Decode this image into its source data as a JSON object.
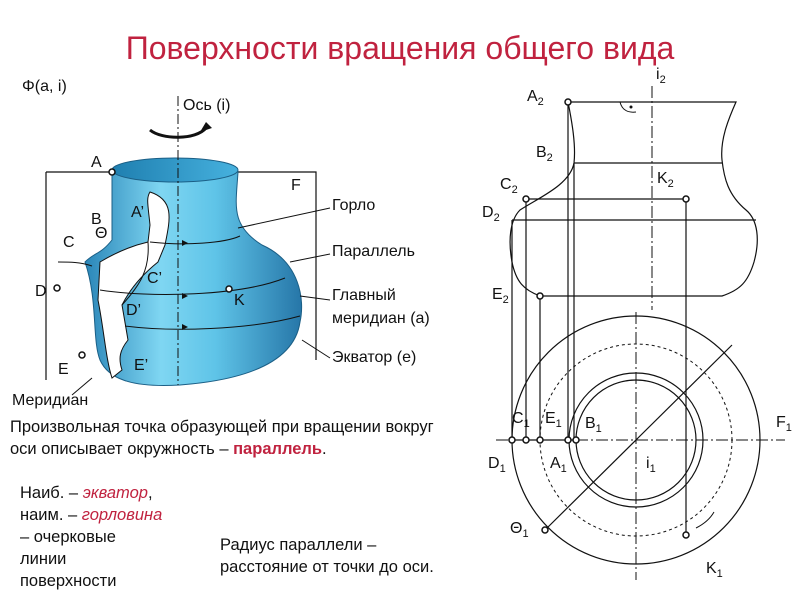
{
  "title": "Поверхности вращения общего вида",
  "left_figure": {
    "surface_label": "Φ(a, i)",
    "axis_label": "Ось (i)",
    "points": {
      "A": "A",
      "B": "B",
      "C": "C",
      "D": "D",
      "E": "E",
      "F": "F",
      "K": "K",
      "A_prime": "A’",
      "C_prime": "C’",
      "D_prime": "D’",
      "E_prime": "E’",
      "theta": "Θ"
    },
    "callouts": {
      "throat": "Горло",
      "parallel": "Параллель",
      "main_meridian_1": "Главный",
      "main_meridian_2": "меридиан  (a)",
      "equator": "Экватор (e)",
      "meridian": "Меридиан"
    }
  },
  "right_figure": {
    "labels": {
      "i2": "i",
      "i2_sub": "2",
      "A2": "A",
      "A2_sub": "2",
      "B2": "B",
      "B2_sub": "2",
      "C2": "C",
      "C2_sub": "2",
      "D2": "D",
      "D2_sub": "2",
      "E2": "E",
      "E2_sub": "2",
      "K2": "K",
      "K2_sub": "2",
      "C1": "C",
      "C1_sub": "1",
      "E1": "E",
      "E1_sub": "1",
      "B1": "B",
      "B1_sub": "1",
      "F1": "F",
      "F1_sub": "1",
      "D1": "D",
      "D1_sub": "1",
      "A1": "A",
      "A1_sub": "1",
      "i1": "i",
      "i1_sub": "1",
      "T1": "Θ",
      "T1_sub": "1",
      "K1": "K",
      "K1_sub": "1"
    }
  },
  "text": {
    "statement_1": "Произвольная  точка образующей при вращении вокруг оси описывает окружность – ",
    "statement_highlight": "параллель",
    "statement_end": ".",
    "notes_line1_a": "Наиб. – ",
    "notes_line1_b": "экватор",
    "notes_line1_c": ",",
    "notes_line2_a": "наим. – ",
    "notes_line2_b": "горловина",
    "notes_line3": "– очерковые",
    "notes_line4": "линии",
    "notes_line5": "поверхности",
    "radius_line1": "Радиус параллели –",
    "radius_line2": "расстояние от точки до оси."
  },
  "colors": {
    "title": "#c0223f",
    "surface": "#5fc4e8",
    "surface_dark": "#2a86b8",
    "ink": "#111111"
  }
}
